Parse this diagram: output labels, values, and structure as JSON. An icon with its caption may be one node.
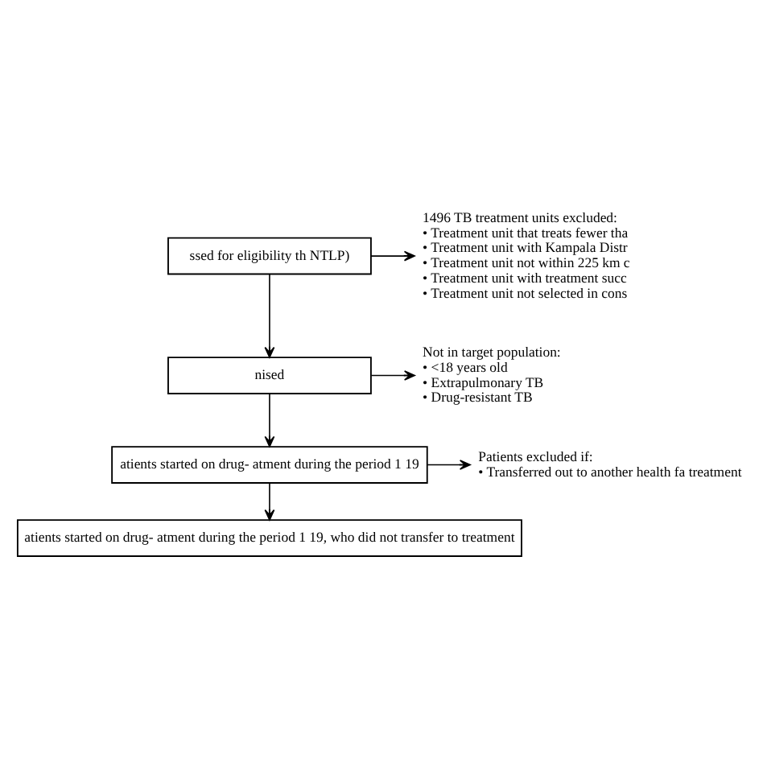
{
  "diagram": {
    "nodes": [
      {
        "text": [
          "ssed for eligibility th NTLP)"
        ]
      },
      {
        "text": [
          "1496 TB treatment units excluded:",
          "• Treatment unit that treats fewer tha",
          "• Treatment unit with Kampala Distr",
          "• Treatment unit not within 225 km c",
          "• Treatment unit with treatment succ",
          "• Treatment unit not selected in cons"
        ]
      },
      {
        "text": [
          "nised"
        ]
      },
      {
        "text": [
          "Not in target population:",
          "• <18 years old",
          "• Extrapulmonary TB",
          "• Drug-resistant TB"
        ]
      },
      {
        "text": [
          "atients started on drug- atment during the period 1 19"
        ]
      },
      {
        "text": [
          "Patients excluded if:",
          "• Transferred out to another health fa treatment"
        ]
      },
      {
        "text": [
          "atients started on drug- atment during the period 1 19, who did not transfer to treatment"
        ]
      }
    ],
    "edges": [
      {
        "from": 0,
        "to": 2,
        "arrow": "to"
      },
      {
        "from": 0,
        "to": 1,
        "arrow": "to"
      },
      {
        "from": 2,
        "to": 4,
        "arrow": "to"
      },
      {
        "from": 2,
        "to": 3,
        "arrow": "to"
      },
      {
        "from": 4,
        "to": 6,
        "arrow": "to"
      },
      {
        "from": 4,
        "to": 5,
        "arrow": "to"
      }
    ]
  }
}
